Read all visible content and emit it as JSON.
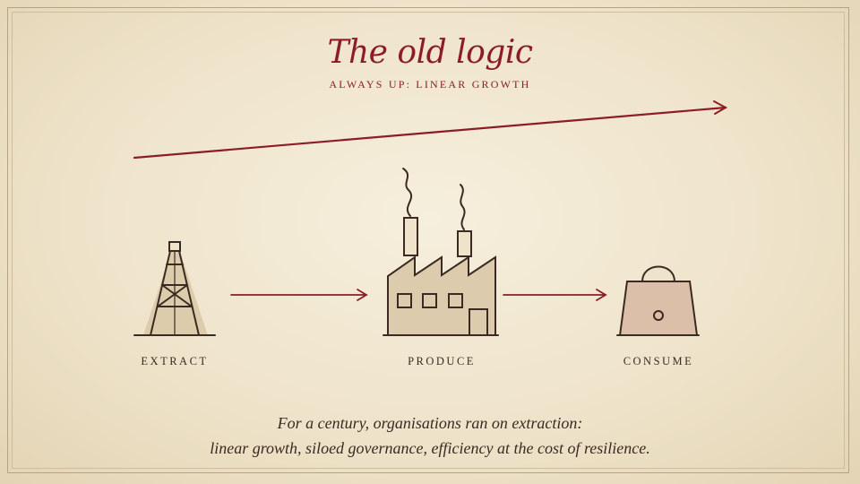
{
  "slide": {
    "title": "The old logic",
    "subtitle": "ALWAYS UP: LINEAR GROWTH",
    "stages": [
      {
        "label": "EXTRACT",
        "icon": "oil-derrick-icon"
      },
      {
        "label": "PRODUCE",
        "icon": "factory-icon"
      },
      {
        "label": "CONSUME",
        "icon": "shopping-bag-icon"
      }
    ],
    "caption_lines": [
      "For a century, organisations ran on extraction:",
      "linear growth, siloed governance, efficiency at the cost of resilience."
    ]
  },
  "colors": {
    "accent": "#8c1d27",
    "ink": "#3a2a22",
    "paper": "#efe4cb",
    "fill_tan": "#d9c9a9",
    "fill_pink": "#dcbfa8"
  }
}
